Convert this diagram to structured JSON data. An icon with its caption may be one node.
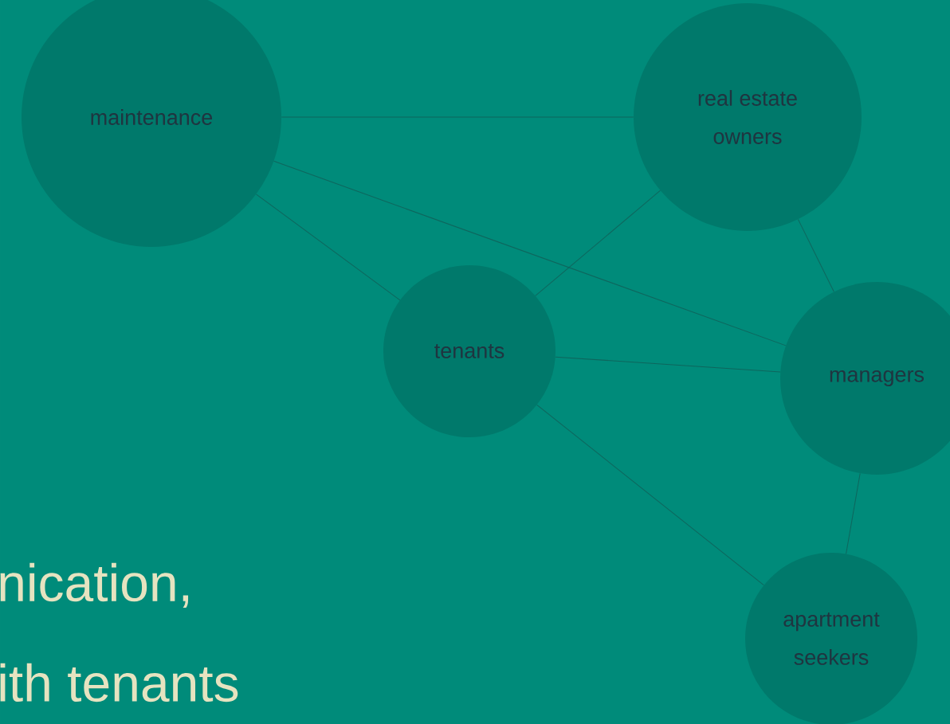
{
  "diagram": {
    "nodes": [
      {
        "text": [
          "maintenance"
        ]
      },
      {
        "text": [
          "real estate owners"
        ]
      },
      {
        "text": [
          "tenants"
        ]
      },
      {
        "text": [
          "managers"
        ]
      },
      {
        "text": [
          "apartment seekers"
        ]
      }
    ],
    "edges": [
      {
        "from": 0,
        "to": 1,
        "arrow": "none"
      },
      {
        "from": 0,
        "to": 3,
        "arrow": "none"
      },
      {
        "from": 0,
        "to": 2,
        "arrow": "none"
      },
      {
        "from": 2,
        "to": 1,
        "arrow": "none"
      },
      {
        "from": 1,
        "to": 3,
        "arrow": "none"
      },
      {
        "from": 2,
        "to": 3,
        "arrow": "none"
      },
      {
        "from": 2,
        "to": 4,
        "arrow": "none"
      },
      {
        "from": 3,
        "to": 4,
        "arrow": "none"
      }
    ],
    "labels": [
      "nication,",
      "ith tenants"
    ]
  }
}
